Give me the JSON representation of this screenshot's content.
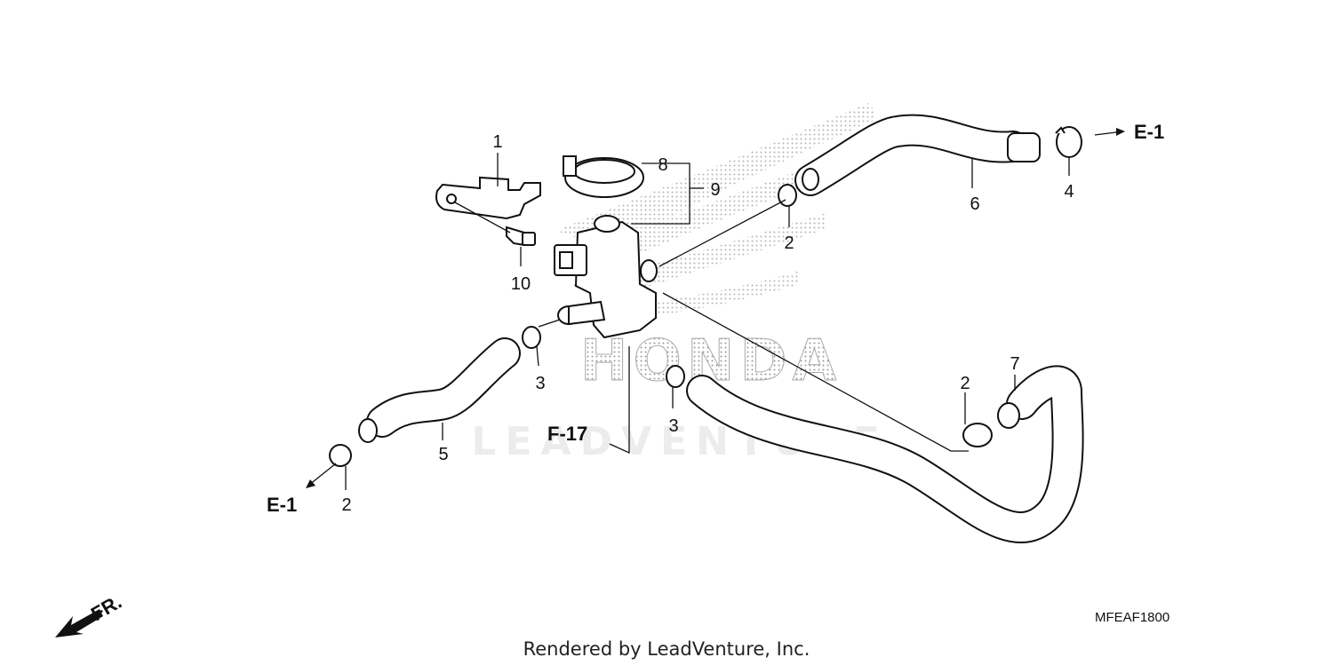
{
  "diagram": {
    "callouts": {
      "c1": "1",
      "c2a": "2",
      "c2b": "2",
      "c2c": "2",
      "c3a": "3",
      "c3b": "3",
      "c4": "4",
      "c5": "5",
      "c6": "6",
      "c7": "7",
      "c8": "8",
      "c9": "9",
      "c10": "10"
    },
    "references": {
      "e1_right": "E-1",
      "e1_left": "E-1",
      "f17": "F-17"
    },
    "direction_label": "FR.",
    "diagram_code": "MFEAF1800",
    "watermark": {
      "brand": "HONDA",
      "dealer": "LEADVENTURE"
    },
    "footer_text": "Rendered by LeadVenture, Inc."
  }
}
